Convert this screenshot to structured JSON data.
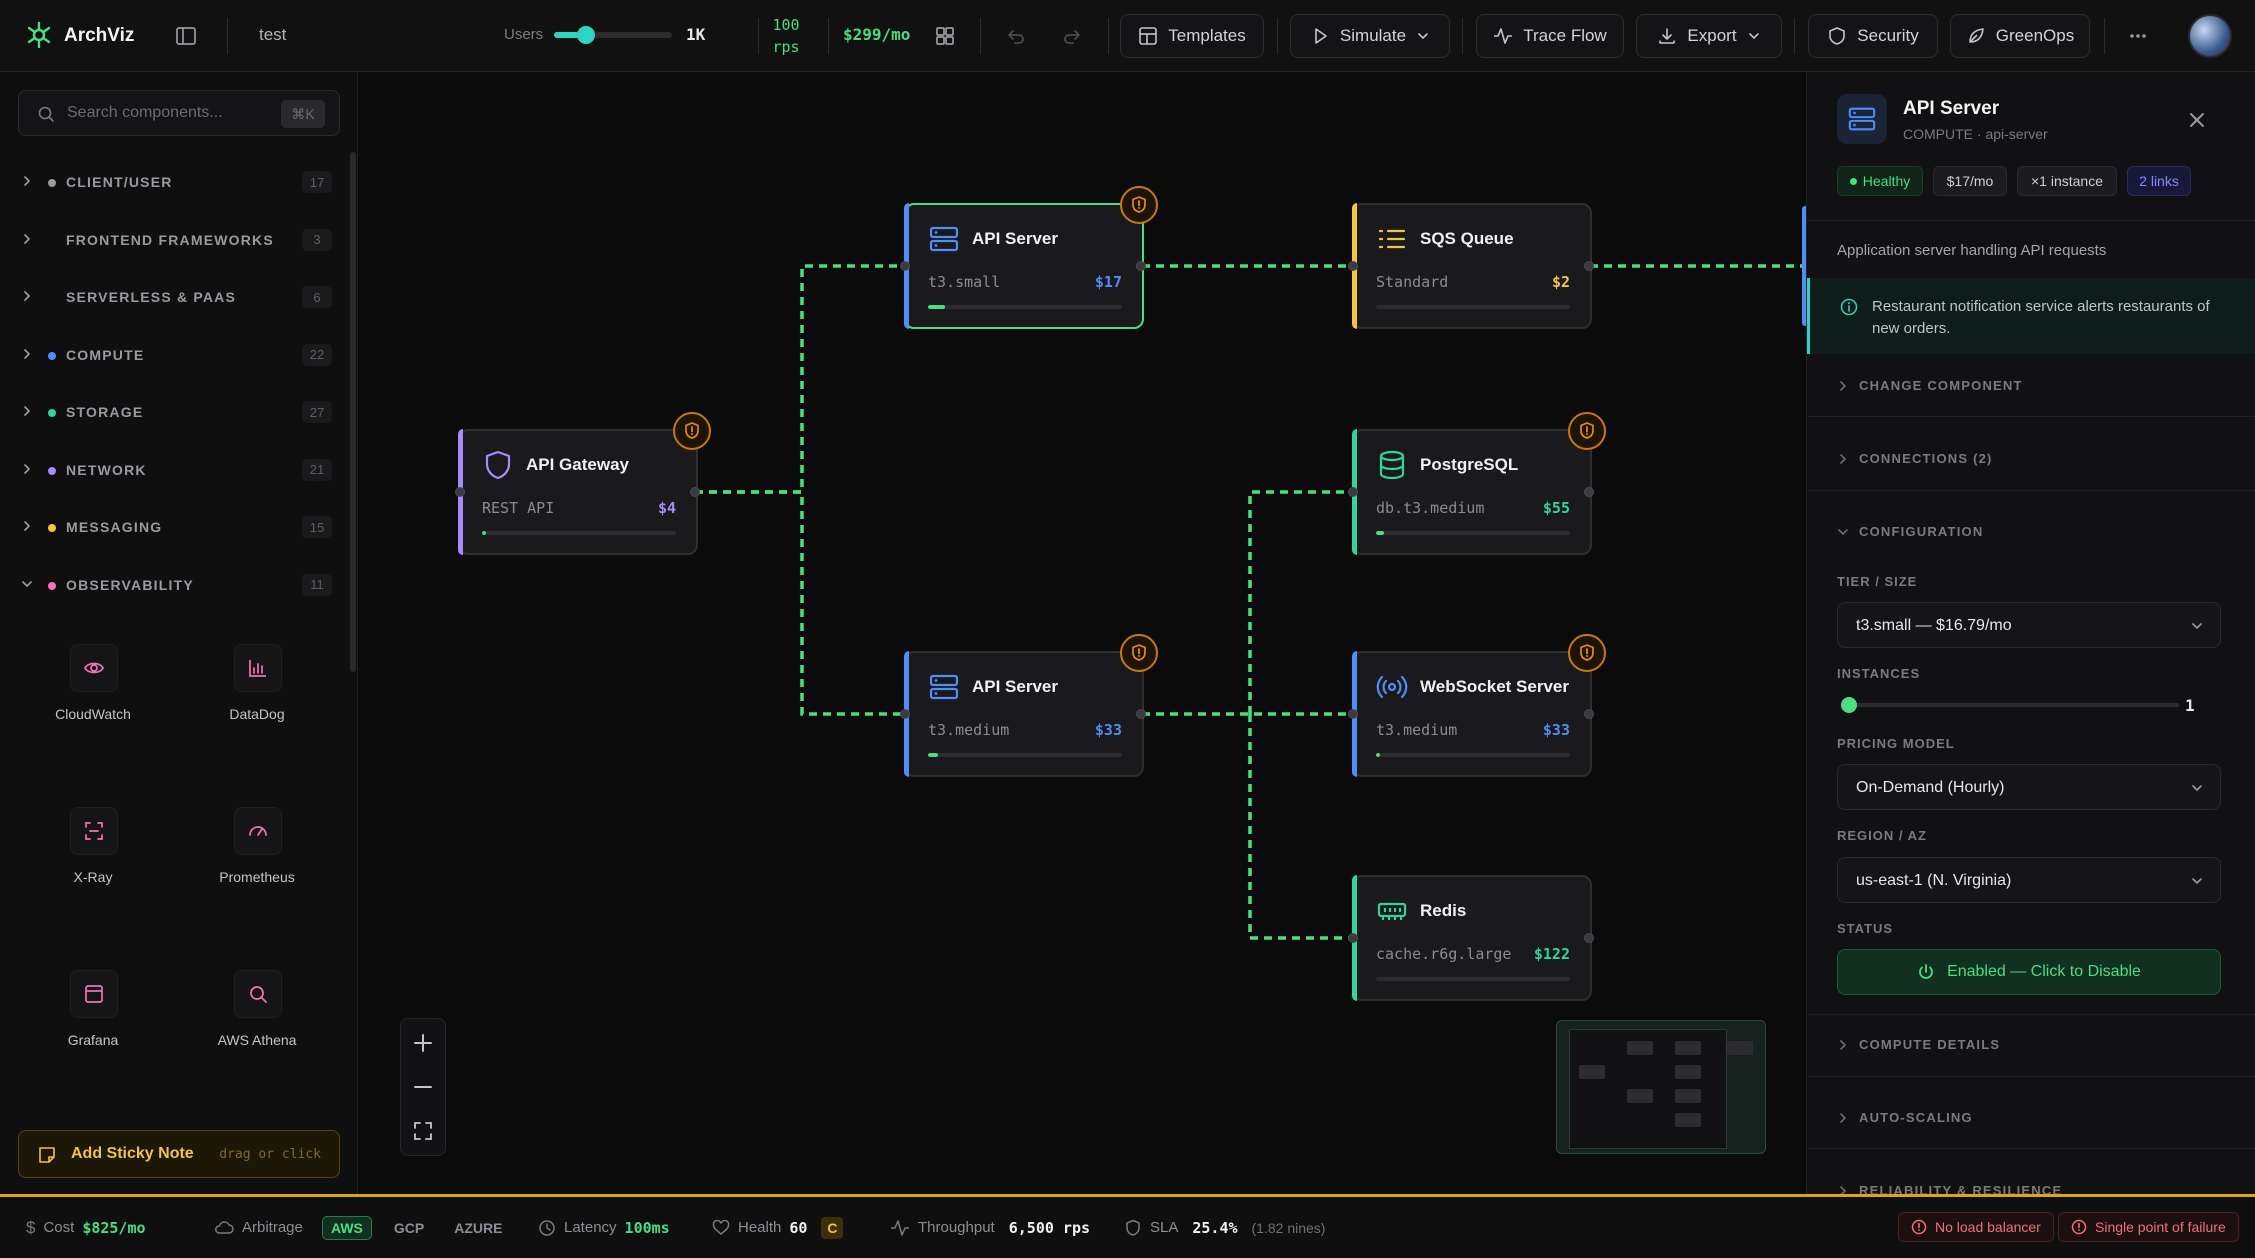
{
  "app": {
    "name": "ArchViz",
    "project": "test"
  },
  "topbar": {
    "users_label": "Users",
    "users_value": "1K",
    "users_slider_fraction": 0.27,
    "rps_value": "100",
    "rps_unit": "rps",
    "cost": "$299/mo",
    "templates": "Templates",
    "simulate": "Simulate",
    "trace_flow": "Trace Flow",
    "export": "Export",
    "security": "Security",
    "greenops": "GreenOps"
  },
  "sidebar": {
    "search_placeholder": "Search components...",
    "search_shortcut": "⌘K",
    "categories": [
      {
        "label": "CLIENT/USER",
        "count": "17",
        "color": "#9a9aa2",
        "expanded": false
      },
      {
        "label": "FRONTEND FRAMEWORKS",
        "count": "3",
        "color": "",
        "expanded": false
      },
      {
        "label": "SERVERLESS & PAAS",
        "count": "6",
        "color": "",
        "expanded": false
      },
      {
        "label": "COMPUTE",
        "count": "22",
        "color": "#4f8ef7",
        "expanded": false
      },
      {
        "label": "STORAGE",
        "count": "27",
        "color": "#34d399",
        "expanded": false
      },
      {
        "label": "NETWORK",
        "count": "21",
        "color": "#a78bfa",
        "expanded": false
      },
      {
        "label": "MESSAGING",
        "count": "15",
        "color": "#f5c542",
        "expanded": false
      },
      {
        "label": "OBSERVABILITY",
        "count": "11",
        "color": "#f472b6",
        "expanded": true
      }
    ],
    "observability_items": [
      {
        "name": "CloudWatch",
        "icon": "eye-icon"
      },
      {
        "name": "DataDog",
        "icon": "bar-chart-icon"
      },
      {
        "name": "X-Ray",
        "icon": "scan-icon"
      },
      {
        "name": "Prometheus",
        "icon": "gauge-icon"
      },
      {
        "name": "Grafana",
        "icon": "dashboard-icon"
      },
      {
        "name": "AWS Athena",
        "icon": "search-icon"
      }
    ],
    "sticky_note": "Add Sticky Note",
    "sticky_hint": "drag or click"
  },
  "nodes": {
    "api_gateway": {
      "title": "API Gateway",
      "sub": "REST API",
      "cost": "$4",
      "accent": "#a78bfa",
      "load": 0.02
    },
    "api_server_1": {
      "title": "API Server",
      "sub": "t3.small",
      "cost": "$17",
      "accent": "#4f8ef7",
      "load": 0.09
    },
    "api_server_2": {
      "title": "API Server",
      "sub": "t3.medium",
      "cost": "$33",
      "accent": "#4f8ef7",
      "load": 0.05
    },
    "sqs_queue": {
      "title": "SQS Queue",
      "sub": "Standard",
      "cost": "$2",
      "accent": "#f5c542",
      "load": 0.0
    },
    "postgresql": {
      "title": "PostgreSQL",
      "sub": "db.t3.medium",
      "cost": "$55",
      "accent": "#34d399",
      "load": 0.04
    },
    "websocket_server": {
      "title": "WebSocket Server",
      "sub": "t3.medium",
      "cost": "$33",
      "accent": "#4f8ef7",
      "load": 0.02
    },
    "redis": {
      "title": "Redis",
      "sub": "cache.r6g.large",
      "cost": "$122",
      "accent": "#34d399",
      "load": 0.0
    }
  },
  "panel": {
    "title": "API Server",
    "subtitle": "COMPUTE · api-server",
    "status": "Healthy",
    "cost": "$17/mo",
    "instances_badge": "×1 instance",
    "links": "2 links",
    "description": "Application server handling API requests",
    "note": "Restaurant notification service alerts restaurants of new orders.",
    "sections": {
      "change_component": "CHANGE COMPONENT",
      "connections": "CONNECTIONS (2)",
      "configuration": "CONFIGURATION",
      "compute_details": "COMPUTE DETAILS",
      "auto_scaling": "AUTO-SCALING",
      "reliability": "RELIABILITY & RESILIENCE"
    },
    "tier_label": "TIER / SIZE",
    "tier_value": "t3.small — $16.79/mo",
    "instances_label": "INSTANCES",
    "instances_value": "1",
    "instances_fraction": 0.0,
    "pricing_label": "PRICING MODEL",
    "pricing_value": "On-Demand (Hourly)",
    "region_label": "REGION / AZ",
    "region_value": "us-east-1 (N. Virginia)",
    "status_label": "STATUS",
    "status_button": "Enabled — Click to Disable"
  },
  "statusbar": {
    "cost_label": "Cost",
    "cost_value": "$825/mo",
    "arbitrage_label": "Arbitrage",
    "providers": [
      "AWS",
      "GCP",
      "AZURE"
    ],
    "active_provider": "AWS",
    "latency_label": "Latency",
    "latency_value": "100ms",
    "health_label": "Health",
    "health_value": "60",
    "health_grade": "C",
    "throughput_label": "Throughput",
    "throughput_value": "6,500 rps",
    "sla_label": "SLA",
    "sla_value": "25.4%",
    "sla_nines": "(1.82 nines)",
    "warnings": [
      "No load balancer",
      "Single point of failure"
    ]
  },
  "colors": {
    "accent_green": "#4ade80",
    "warning_orange": "#c9770f",
    "status_yellow": "#e0a417",
    "error_red": "#f07178"
  }
}
